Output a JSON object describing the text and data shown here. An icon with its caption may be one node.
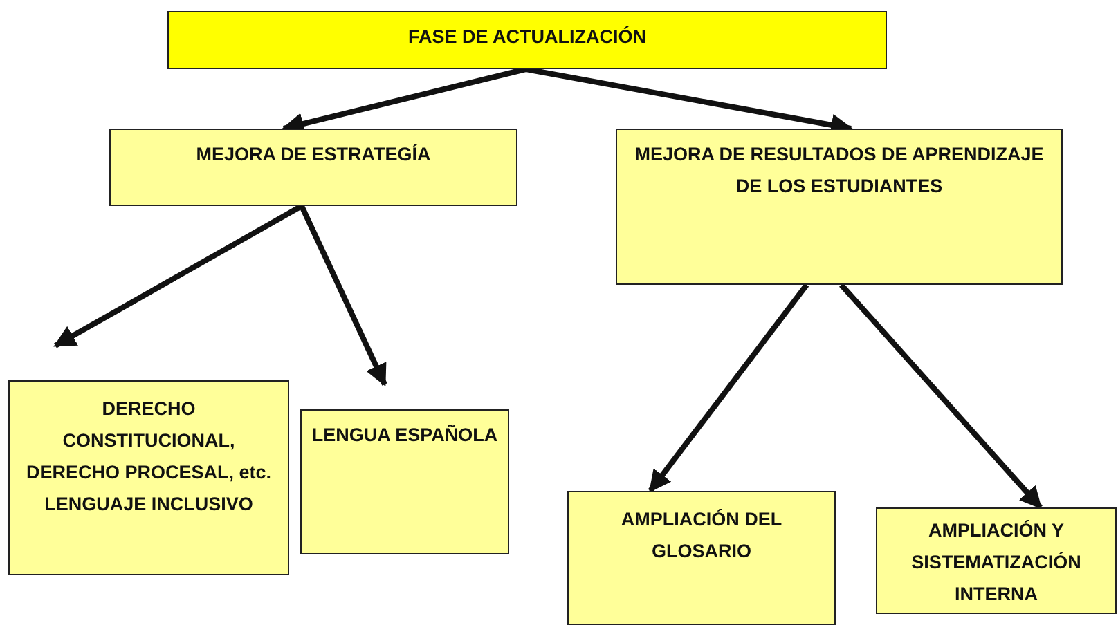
{
  "diagram": {
    "nodes": [
      {
        "text": [
          "FASE DE ACTUALIZACIÓN"
        ]
      },
      {
        "text": [
          "MEJORA DE ESTRATEGÍA"
        ]
      },
      {
        "text": [
          "MEJORA DE RESULTADOS DE APRENDIZAJE DE LOS ESTUDIANTES"
        ]
      },
      {
        "text": [
          "DERECHO CONSTITUCIONAL, DERECHO PROCESAL, etc. LENGUAJE INCLUSIVO"
        ]
      },
      {
        "text": [
          "LENGUA ESPAÑOLA"
        ]
      },
      {
        "text": [
          "AMPLIACIÓN DEL GLOSARIO"
        ]
      },
      {
        "text": [
          "AMPLIACIÓN Y SISTEMATIZACIÓN INTERNA"
        ]
      }
    ],
    "edges": [
      {
        "from": 0,
        "to": 1,
        "arrow": "to"
      },
      {
        "from": 0,
        "to": 2,
        "arrow": "to"
      },
      {
        "from": 1,
        "to": 3,
        "arrow": "to"
      },
      {
        "from": 1,
        "to": 4,
        "arrow": "to"
      },
      {
        "from": 2,
        "to": 5,
        "arrow": "to"
      },
      {
        "from": 2,
        "to": 6,
        "arrow": "to"
      }
    ]
  }
}
